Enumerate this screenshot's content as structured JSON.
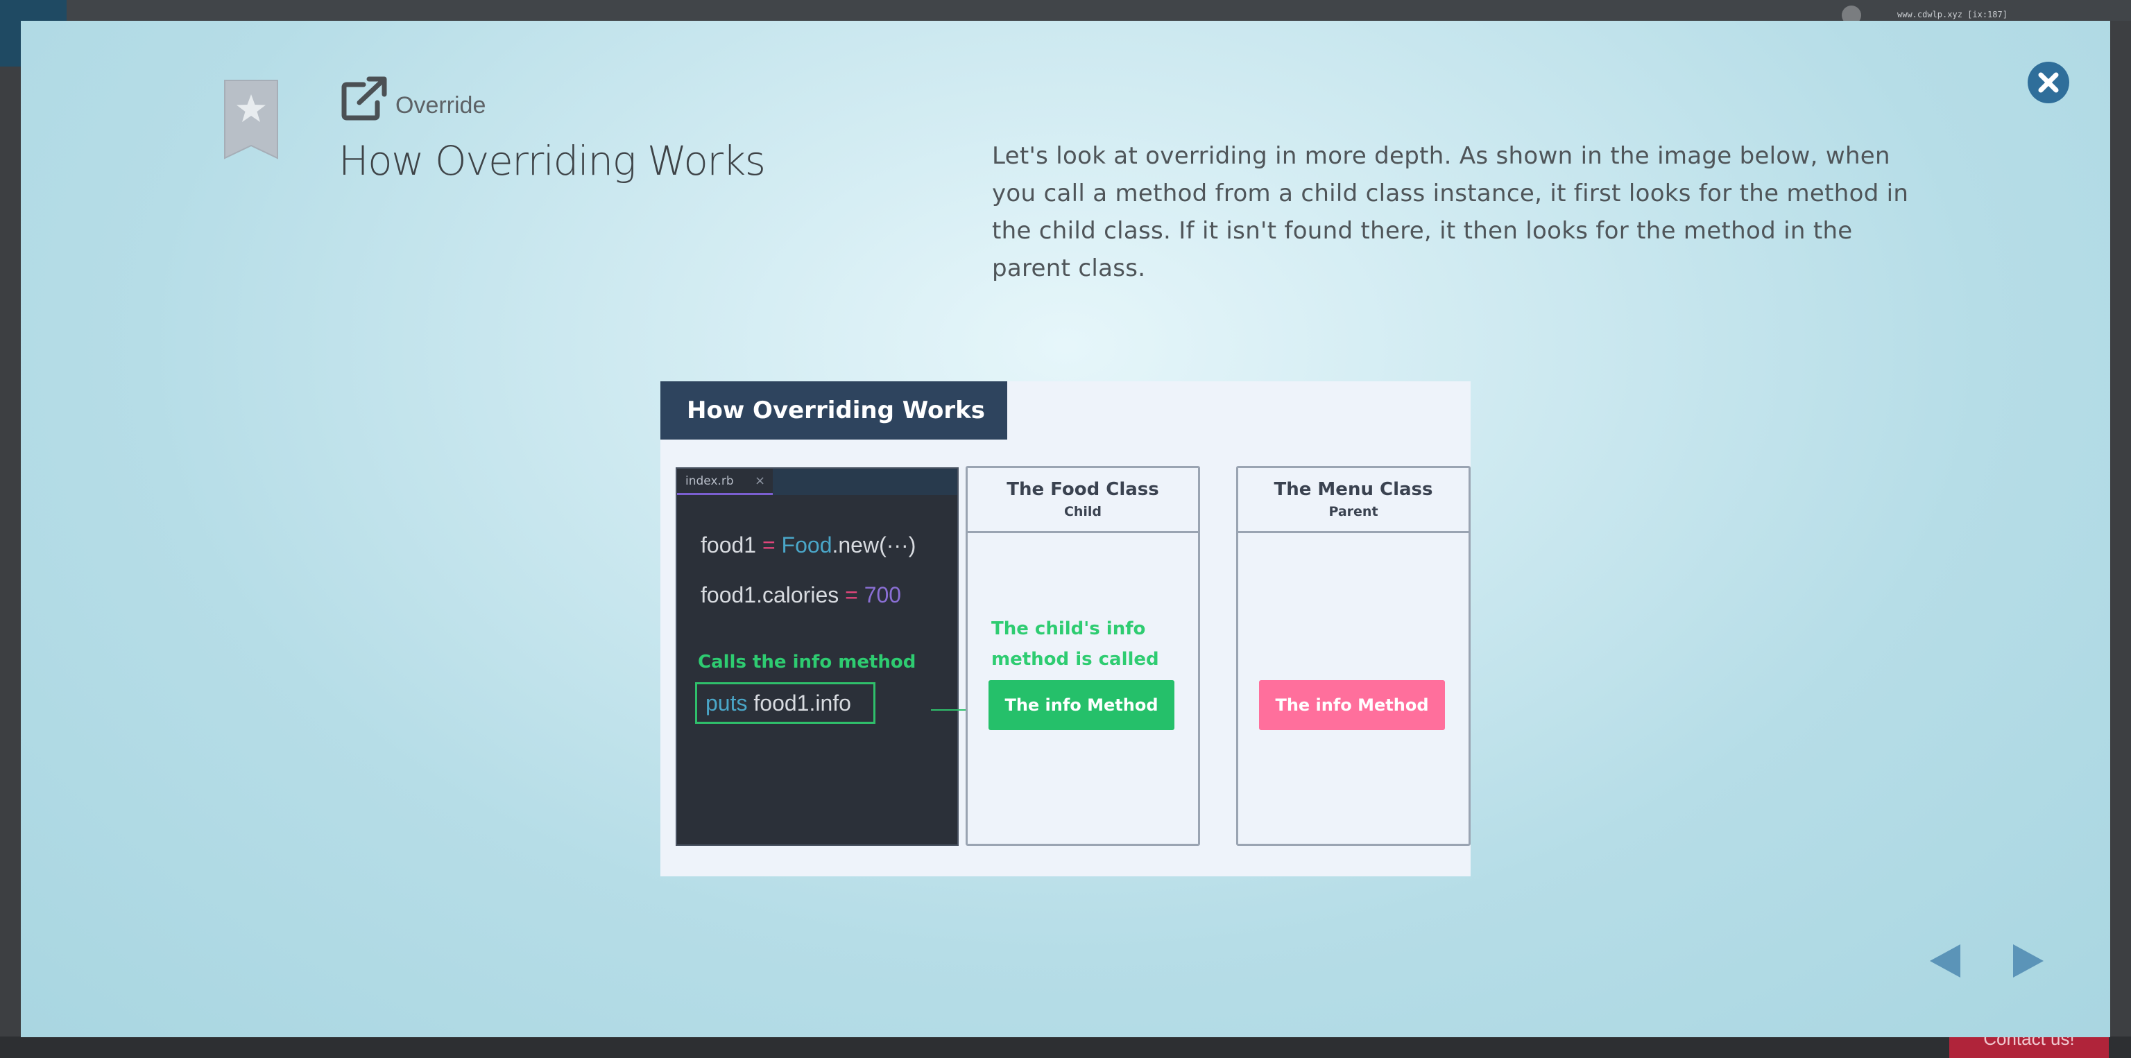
{
  "lesson": {
    "topic": "Override",
    "title": "How Overriding Works",
    "description": "Let's look at overriding in more depth. As shown in the image below, when you call a method from a child class instance, it first looks for the method in the child class. If it isn't found there, it then looks for the method in the parent class."
  },
  "figure": {
    "title": "How Overriding Works",
    "editor": {
      "tab_name": "index.rb",
      "tab_close": "×",
      "line1": {
        "var": "food1",
        "op": "=",
        "cls": "Food",
        "call": ".new(···)"
      },
      "line2": {
        "expr": "food1.calories",
        "op": "=",
        "num": "700"
      },
      "comment": "Calls the info method",
      "call": {
        "kw": "puts",
        "expr": "food1.info"
      }
    },
    "food_class": {
      "name": "The Food Class",
      "role": "Child",
      "note": "The child's info method is called",
      "method": "The info Method"
    },
    "menu_class": {
      "name": "The Menu Class",
      "role": "Parent",
      "method": "The info Method"
    }
  },
  "icons": {
    "bookmark": "bookmark-star-icon",
    "topic": "external-link-icon",
    "close": "close-icon",
    "prev": "prev-arrow-icon",
    "next": "next-arrow-icon"
  },
  "background": {
    "url_text": "www.cdwlp.xyz [ix:187]",
    "contact_label": "Contact us!"
  },
  "colors": {
    "accent_green": "#25c06a",
    "accent_pink": "#ff6f9c",
    "close_blue": "#2f6e9a",
    "nav_blue": "#5b94b8",
    "figure_header": "#2e445e"
  }
}
